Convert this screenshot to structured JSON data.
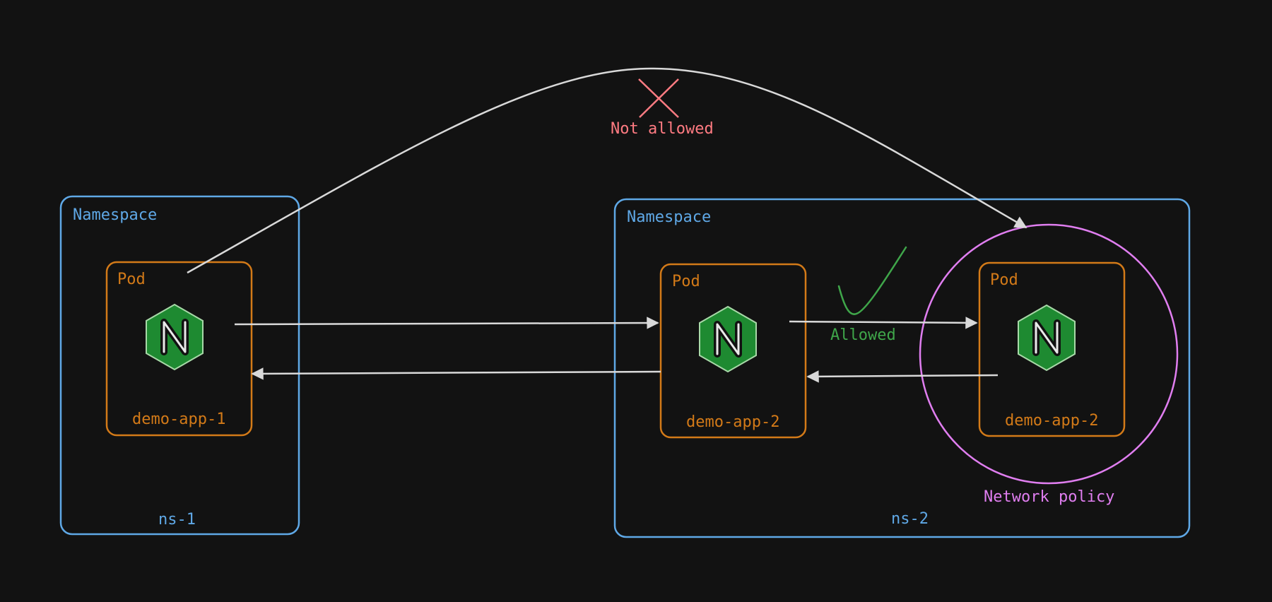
{
  "namespaces": [
    {
      "title": "Namespace",
      "name": "ns-1"
    },
    {
      "title": "Namespace",
      "name": "ns-2"
    }
  ],
  "pods": [
    {
      "title": "Pod",
      "name": "demo-app-1",
      "icon": "nginx-icon"
    },
    {
      "title": "Pod",
      "name": "demo-app-2",
      "icon": "nginx-icon"
    },
    {
      "title": "Pod",
      "name": "demo-app-2",
      "icon": "nginx-icon"
    }
  ],
  "annotations": {
    "denied": "Not allowed",
    "allowed": "Allowed",
    "policy": "Network policy"
  },
  "colors": {
    "background": "#121212",
    "namespace": "#5fa8e6",
    "pod": "#d37a18",
    "nginx": "#1e8a31",
    "arrow": "#d9d9d9",
    "denied": "#ff7b82",
    "allowed": "#3fa64a",
    "policy": "#e07ef0"
  }
}
